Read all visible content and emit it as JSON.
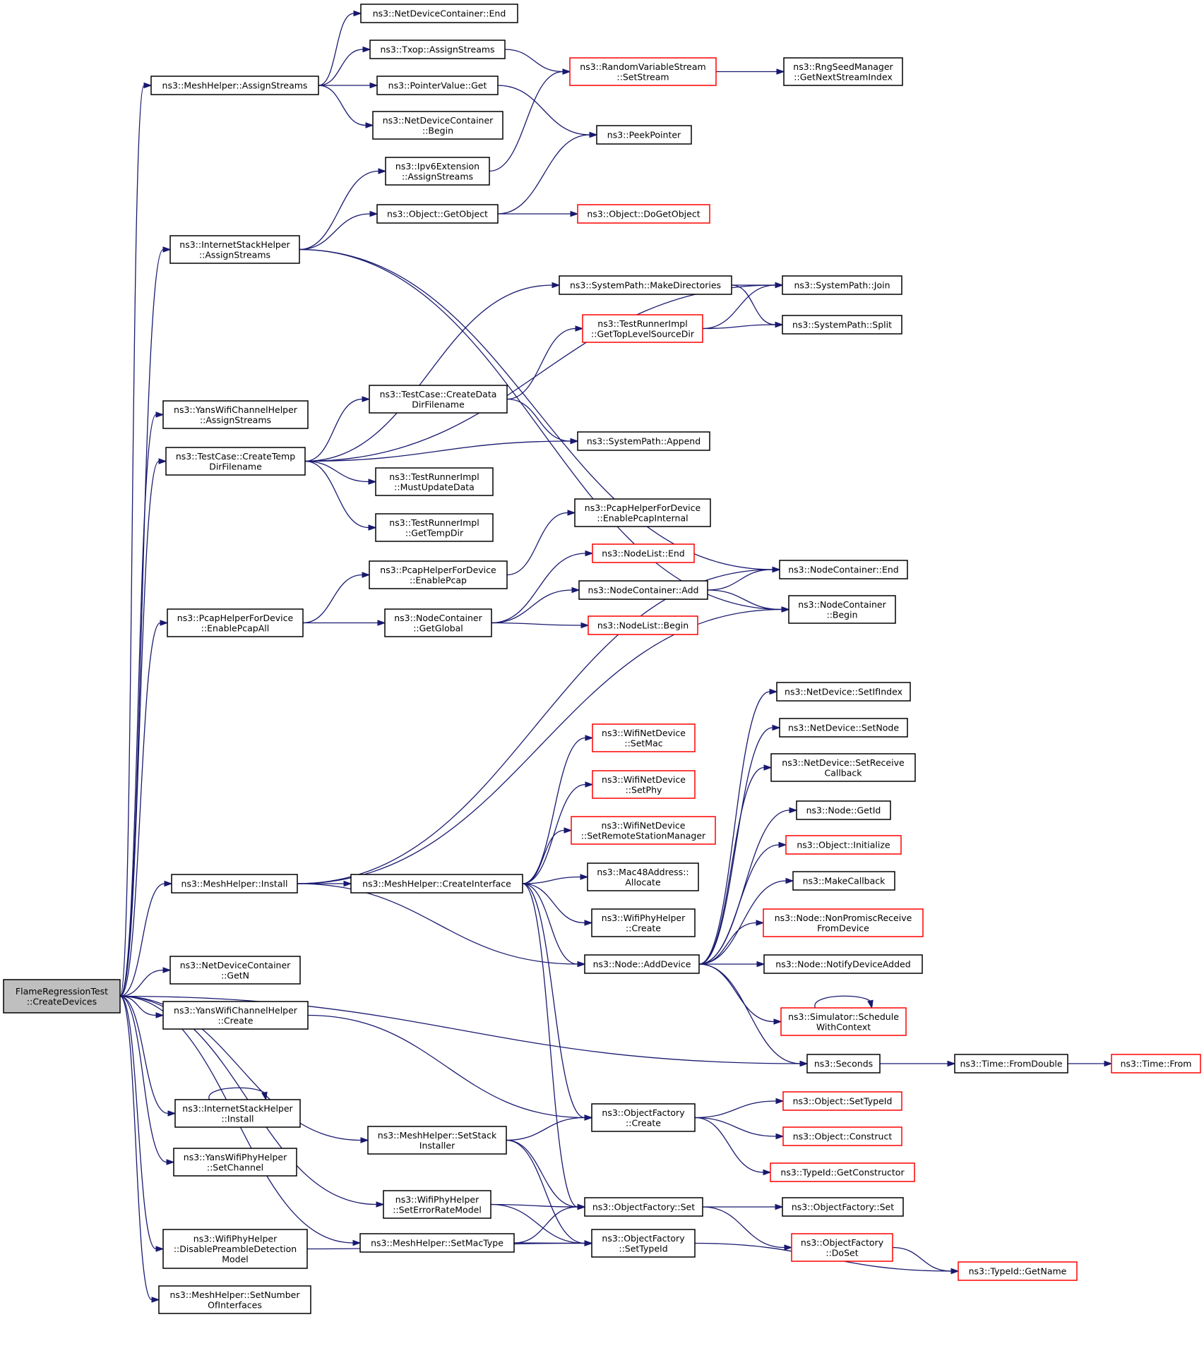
{
  "colors": {
    "edge": "#191970",
    "border_default": "#000000",
    "border_incomplete": "#ff0000",
    "fill_default": "#ffffff",
    "fill_root": "#bfbfbf"
  },
  "nodes": [
    {
      "id": "root",
      "lines": [
        "FlameRegressionTest",
        "::CreateDevices"
      ],
      "style": "root"
    },
    {
      "id": "mh_assign",
      "lines": [
        "ns3::MeshHelper::AssignStreams"
      ]
    },
    {
      "id": "ndc_end",
      "lines": [
        "ns3::NetDeviceContainer::End"
      ]
    },
    {
      "id": "txop",
      "lines": [
        "ns3::Txop::AssignStreams"
      ]
    },
    {
      "id": "rvs",
      "lines": [
        "ns3::RandomVariableStream",
        "::SetStream"
      ],
      "style": "red"
    },
    {
      "id": "rng",
      "lines": [
        "ns3::RngSeedManager",
        "::GetNextStreamIndex"
      ]
    },
    {
      "id": "pv_get",
      "lines": [
        "ns3::PointerValue::Get"
      ]
    },
    {
      "id": "ndc_begin",
      "lines": [
        "ns3::NetDeviceContainer",
        "::Begin"
      ]
    },
    {
      "id": "peek",
      "lines": [
        "ns3::PeekPointer"
      ]
    },
    {
      "id": "ipv6",
      "lines": [
        "ns3::Ipv6Extension",
        "::AssignStreams"
      ]
    },
    {
      "id": "getobj",
      "lines": [
        "ns3::Object::GetObject"
      ]
    },
    {
      "id": "dogetobj",
      "lines": [
        "ns3::Object::DoGetObject"
      ],
      "style": "red"
    },
    {
      "id": "ish_assign",
      "lines": [
        "ns3::InternetStackHelper",
        "::AssignStreams"
      ]
    },
    {
      "id": "mkdirs",
      "lines": [
        "ns3::SystemPath::MakeDirectories"
      ]
    },
    {
      "id": "join",
      "lines": [
        "ns3::SystemPath::Join"
      ]
    },
    {
      "id": "toplevel",
      "lines": [
        "ns3::TestRunnerImpl",
        "::GetTopLevelSourceDir"
      ],
      "style": "red"
    },
    {
      "id": "split",
      "lines": [
        "ns3::SystemPath::Split"
      ]
    },
    {
      "id": "ywch_assign",
      "lines": [
        "ns3::YansWifiChannelHelper",
        "::AssignStreams"
      ]
    },
    {
      "id": "tc_data",
      "lines": [
        "ns3::TestCase::CreateData",
        "DirFilename"
      ]
    },
    {
      "id": "tc_temp",
      "lines": [
        "ns3::TestCase::CreateTemp",
        "DirFilename"
      ]
    },
    {
      "id": "append",
      "lines": [
        "ns3::SystemPath::Append"
      ]
    },
    {
      "id": "mustupdate",
      "lines": [
        "ns3::TestRunnerImpl",
        "::MustUpdateData"
      ]
    },
    {
      "id": "tempdir",
      "lines": [
        "ns3::TestRunnerImpl",
        "::GetTempDir"
      ]
    },
    {
      "id": "pcap_int",
      "lines": [
        "ns3::PcapHelperForDevice",
        "::EnablePcapInternal"
      ]
    },
    {
      "id": "nl_end",
      "lines": [
        "ns3::NodeList::End"
      ],
      "style": "red"
    },
    {
      "id": "pcap",
      "lines": [
        "ns3::PcapHelperForDevice",
        "::EnablePcap"
      ]
    },
    {
      "id": "nc_end",
      "lines": [
        "ns3::NodeContainer::End"
      ]
    },
    {
      "id": "nc_add",
      "lines": [
        "ns3::NodeContainer::Add"
      ]
    },
    {
      "id": "nc_begin",
      "lines": [
        "ns3::NodeContainer",
        "::Begin"
      ]
    },
    {
      "id": "pcap_all",
      "lines": [
        "ns3::PcapHelperForDevice",
        "::EnablePcapAll"
      ]
    },
    {
      "id": "nc_global",
      "lines": [
        "ns3::NodeContainer",
        "::GetGlobal"
      ]
    },
    {
      "id": "nl_begin",
      "lines": [
        "ns3::NodeList::Begin"
      ],
      "style": "red"
    },
    {
      "id": "nd_ifindex",
      "lines": [
        "ns3::NetDevice::SetIfIndex"
      ]
    },
    {
      "id": "wnd_mac",
      "lines": [
        "ns3::WifiNetDevice",
        "::SetMac"
      ],
      "style": "red"
    },
    {
      "id": "nd_setnode",
      "lines": [
        "ns3::NetDevice::SetNode"
      ]
    },
    {
      "id": "nd_recv",
      "lines": [
        "ns3::NetDevice::SetReceive",
        "Callback"
      ]
    },
    {
      "id": "wnd_phy",
      "lines": [
        "ns3::WifiNetDevice",
        "::SetPhy"
      ],
      "style": "red"
    },
    {
      "id": "node_getid",
      "lines": [
        "ns3::Node::GetId"
      ]
    },
    {
      "id": "wnd_rsm",
      "lines": [
        "ns3::WifiNetDevice",
        "::SetRemoteStationManager"
      ],
      "style": "red"
    },
    {
      "id": "obj_init",
      "lines": [
        "ns3::Object::Initialize"
      ],
      "style": "red"
    },
    {
      "id": "mac48",
      "lines": [
        "ns3::Mac48Address::",
        "Allocate"
      ]
    },
    {
      "id": "mh_install",
      "lines": [
        "ns3::MeshHelper::Install"
      ]
    },
    {
      "id": "mh_ci",
      "lines": [
        "ns3::MeshHelper::CreateInterface"
      ]
    },
    {
      "id": "mkcb",
      "lines": [
        "ns3::MakeCallback"
      ]
    },
    {
      "id": "wph_create",
      "lines": [
        "ns3::WifiPhyHelper",
        "::Create"
      ]
    },
    {
      "id": "node_npr",
      "lines": [
        "ns3::Node::NonPromiscReceive",
        "FromDevice"
      ],
      "style": "red"
    },
    {
      "id": "ndc_getn",
      "lines": [
        "ns3::NetDeviceContainer",
        "::GetN"
      ]
    },
    {
      "id": "node_add",
      "lines": [
        "ns3::Node::AddDevice"
      ]
    },
    {
      "id": "node_notify",
      "lines": [
        "ns3::Node::NotifyDeviceAdded"
      ]
    },
    {
      "id": "ywch_create",
      "lines": [
        "ns3::YansWifiChannelHelper",
        "::Create"
      ]
    },
    {
      "id": "sched",
      "lines": [
        "ns3::Simulator::Schedule",
        "WithContext"
      ],
      "style": "red"
    },
    {
      "id": "seconds",
      "lines": [
        "ns3::Seconds"
      ]
    },
    {
      "id": "fromdouble",
      "lines": [
        "ns3::Time::FromDouble"
      ]
    },
    {
      "id": "from",
      "lines": [
        "ns3::Time::From"
      ],
      "style": "red"
    },
    {
      "id": "ish_install",
      "lines": [
        "ns3::InternetStackHelper",
        "::Install"
      ]
    },
    {
      "id": "of_create",
      "lines": [
        "ns3::ObjectFactory",
        "::Create"
      ]
    },
    {
      "id": "settypeid",
      "lines": [
        "ns3::Object::SetTypeId"
      ],
      "style": "red"
    },
    {
      "id": "mh_stack",
      "lines": [
        "ns3::MeshHelper::SetStack",
        "Installer"
      ]
    },
    {
      "id": "construct",
      "lines": [
        "ns3::Object::Construct"
      ],
      "style": "red"
    },
    {
      "id": "ywph_chan",
      "lines": [
        "ns3::YansWifiPhyHelper",
        "::SetChannel"
      ]
    },
    {
      "id": "getctor",
      "lines": [
        "ns3::TypeId::GetConstructor"
      ],
      "style": "red"
    },
    {
      "id": "wph_err",
      "lines": [
        "ns3::WifiPhyHelper",
        "::SetErrorRateModel"
      ]
    },
    {
      "id": "of_set",
      "lines": [
        "ns3::ObjectFactory::Set"
      ]
    },
    {
      "id": "of_set2",
      "lines": [
        "ns3::ObjectFactory::Set"
      ]
    },
    {
      "id": "mh_mac",
      "lines": [
        "ns3::MeshHelper::SetMacType"
      ]
    },
    {
      "id": "wph_dpd",
      "lines": [
        "ns3::WifiPhyHelper",
        "::DisablePreambleDetection",
        "Model"
      ]
    },
    {
      "id": "of_settid",
      "lines": [
        "ns3::ObjectFactory",
        "::SetTypeId"
      ]
    },
    {
      "id": "of_doset",
      "lines": [
        "ns3::ObjectFactory",
        "::DoSet"
      ],
      "style": "red"
    },
    {
      "id": "getname",
      "lines": [
        "ns3::TypeId::GetName"
      ],
      "style": "red"
    },
    {
      "id": "mh_nif",
      "lines": [
        "ns3::MeshHelper::SetNumber",
        "OfInterfaces"
      ]
    }
  ],
  "edges": [
    [
      "root",
      "mh_assign"
    ],
    [
      "root",
      "ish_assign"
    ],
    [
      "root",
      "ywch_assign"
    ],
    [
      "root",
      "tc_temp"
    ],
    [
      "root",
      "pcap_all"
    ],
    [
      "root",
      "mh_install"
    ],
    [
      "root",
      "ndc_getn"
    ],
    [
      "root",
      "ywch_create"
    ],
    [
      "root",
      "seconds"
    ],
    [
      "root",
      "ish_install"
    ],
    [
      "root",
      "mh_stack"
    ],
    [
      "root",
      "ywph_chan"
    ],
    [
      "root",
      "wph_err"
    ],
    [
      "root",
      "wph_dpd"
    ],
    [
      "root",
      "mh_nif"
    ],
    [
      "root",
      "mh_mac"
    ],
    [
      "mh_assign",
      "ndc_end"
    ],
    [
      "mh_assign",
      "txop"
    ],
    [
      "mh_assign",
      "pv_get"
    ],
    [
      "mh_assign",
      "ndc_begin"
    ],
    [
      "txop",
      "rvs"
    ],
    [
      "rvs",
      "rng"
    ],
    [
      "pv_get",
      "peek"
    ],
    [
      "ish_assign",
      "ipv6"
    ],
    [
      "ish_assign",
      "getobj"
    ],
    [
      "ish_assign",
      "nc_end"
    ],
    [
      "ish_assign",
      "nc_begin"
    ],
    [
      "ipv6",
      "rvs"
    ],
    [
      "getobj",
      "dogetobj"
    ],
    [
      "getobj",
      "peek"
    ],
    [
      "tc_temp",
      "join"
    ],
    [
      "tc_temp",
      "mkdirs"
    ],
    [
      "tc_temp",
      "tc_data"
    ],
    [
      "tc_temp",
      "append"
    ],
    [
      "tc_temp",
      "mustupdate"
    ],
    [
      "tc_temp",
      "tempdir"
    ],
    [
      "mkdirs",
      "join"
    ],
    [
      "mkdirs",
      "split"
    ],
    [
      "toplevel",
      "join"
    ],
    [
      "toplevel",
      "split"
    ],
    [
      "tc_data",
      "toplevel"
    ],
    [
      "tc_data",
      "append"
    ],
    [
      "pcap_all",
      "pcap"
    ],
    [
      "pcap_all",
      "nc_global"
    ],
    [
      "pcap",
      "pcap_int"
    ],
    [
      "nc_global",
      "nl_end"
    ],
    [
      "nc_global",
      "nc_add"
    ],
    [
      "nc_global",
      "nl_begin"
    ],
    [
      "nc_add",
      "nc_end"
    ],
    [
      "nc_add",
      "nc_begin"
    ],
    [
      "mh_install",
      "nc_end"
    ],
    [
      "mh_install",
      "nc_begin"
    ],
    [
      "mh_install",
      "mh_ci"
    ],
    [
      "mh_install",
      "node_add"
    ],
    [
      "mh_ci",
      "wnd_mac"
    ],
    [
      "mh_ci",
      "wnd_phy"
    ],
    [
      "mh_ci",
      "wnd_rsm"
    ],
    [
      "mh_ci",
      "mac48"
    ],
    [
      "mh_ci",
      "wph_create"
    ],
    [
      "mh_ci",
      "node_add"
    ],
    [
      "mh_ci",
      "of_create"
    ],
    [
      "mh_ci",
      "of_set"
    ],
    [
      "node_add",
      "nd_ifindex"
    ],
    [
      "node_add",
      "nd_setnode"
    ],
    [
      "node_add",
      "nd_recv"
    ],
    [
      "node_add",
      "node_getid"
    ],
    [
      "node_add",
      "obj_init"
    ],
    [
      "node_add",
      "mkcb"
    ],
    [
      "node_add",
      "node_npr"
    ],
    [
      "node_add",
      "node_notify"
    ],
    [
      "node_add",
      "sched"
    ],
    [
      "node_add",
      "seconds"
    ],
    [
      "sched",
      "sched"
    ],
    [
      "seconds",
      "fromdouble"
    ],
    [
      "fromdouble",
      "from"
    ],
    [
      "ywch_create",
      "of_create"
    ],
    [
      "ish_install",
      "ish_install"
    ],
    [
      "of_create",
      "settypeid"
    ],
    [
      "of_create",
      "construct"
    ],
    [
      "of_create",
      "getctor"
    ],
    [
      "mh_stack",
      "of_create"
    ],
    [
      "mh_stack",
      "of_set"
    ],
    [
      "mh_stack",
      "of_settid"
    ],
    [
      "wph_err",
      "of_set"
    ],
    [
      "wph_err",
      "of_settid"
    ],
    [
      "of_set",
      "of_set2"
    ],
    [
      "of_set",
      "of_doset"
    ],
    [
      "of_doset",
      "getname"
    ],
    [
      "mh_mac",
      "of_set"
    ],
    [
      "mh_mac",
      "of_settid"
    ],
    [
      "wph_dpd",
      "of_settid"
    ],
    [
      "of_settid",
      "getname"
    ]
  ]
}
